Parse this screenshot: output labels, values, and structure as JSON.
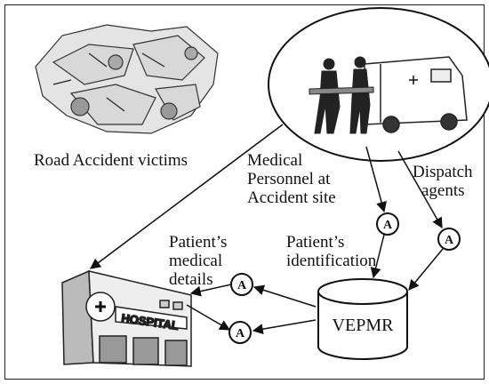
{
  "labels": {
    "road_accident_victims": "Road Accident victims",
    "medical_personnel_line1": "Medical",
    "medical_personnel_line2": "Personnel at",
    "medical_personnel_line3": "Accident site",
    "dispatch_line1": "Dispatch",
    "dispatch_line2": "agents",
    "patient_id_line1": "Patient’s",
    "patient_id_line2": "identification",
    "patient_med_line1": "Patient’s",
    "patient_med_line2": "medical",
    "patient_med_line3": "details",
    "vepmr": "VEPMR",
    "hospital_sign": "HOSPITAL"
  },
  "agents": [
    {
      "label": "A"
    },
    {
      "label": "A"
    },
    {
      "label": "A"
    },
    {
      "label": "A"
    }
  ]
}
